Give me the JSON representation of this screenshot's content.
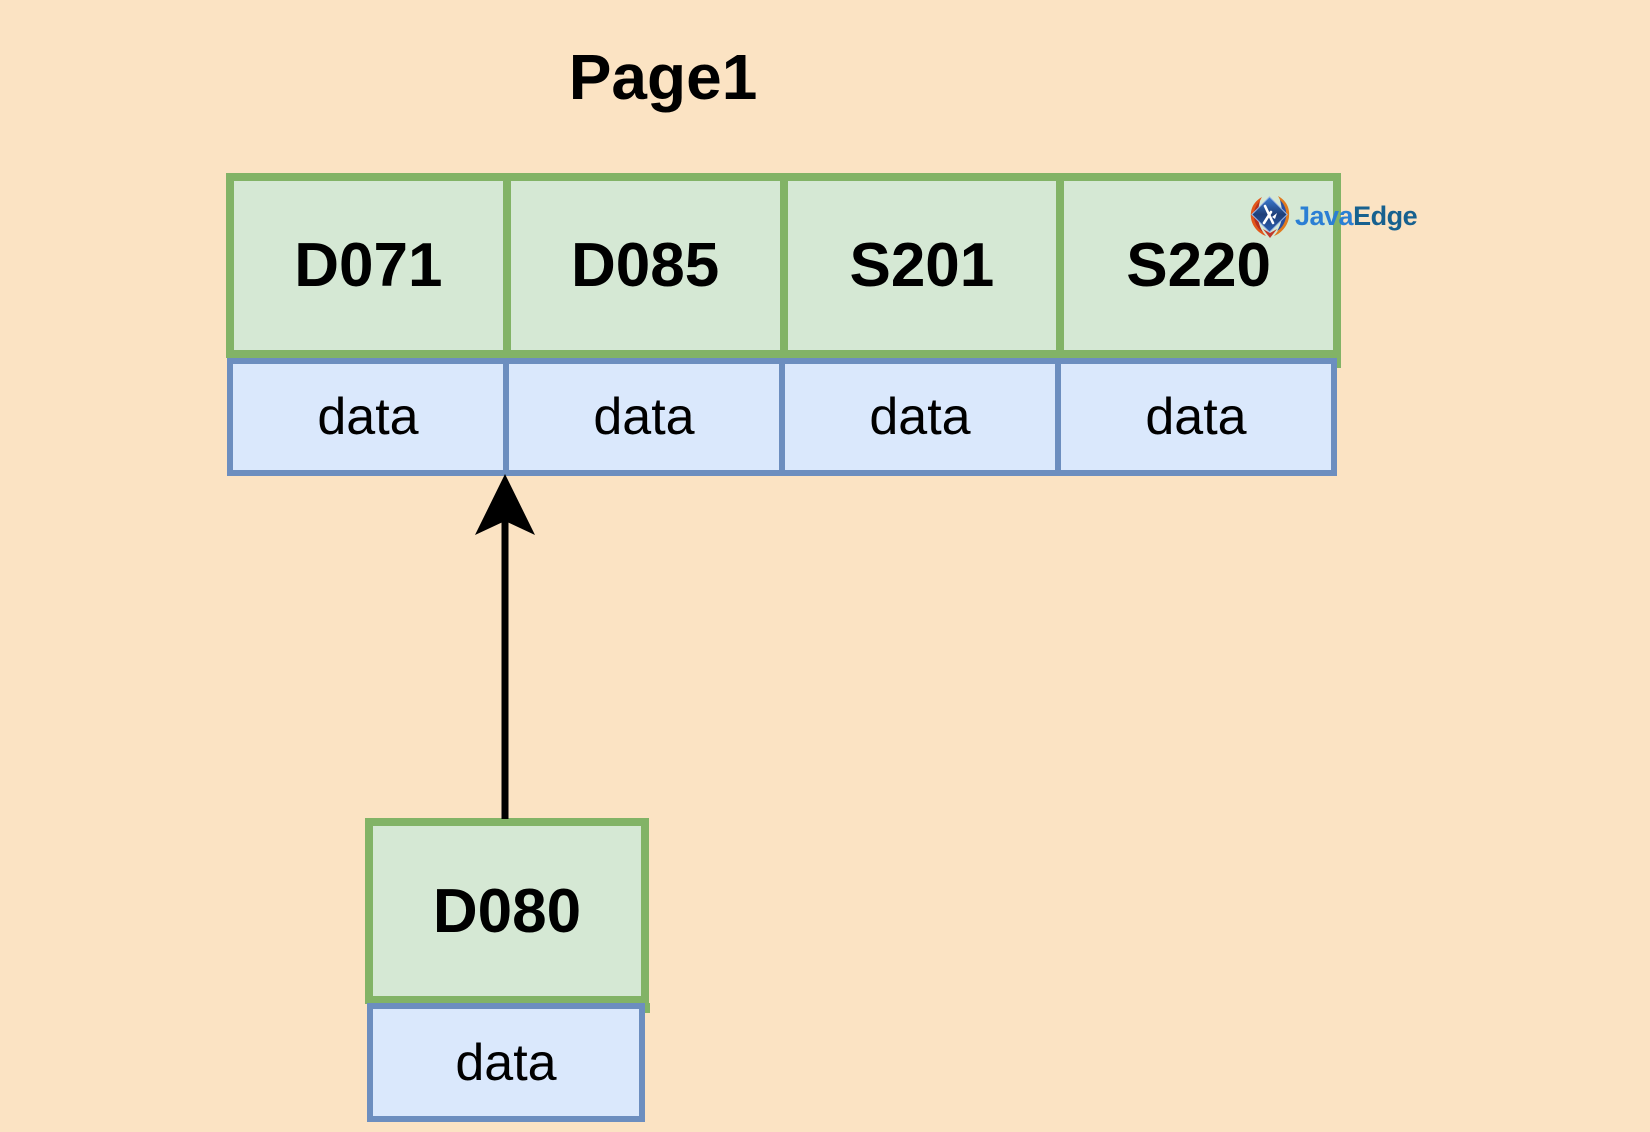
{
  "title": "Page1",
  "page_table": {
    "cells": [
      {
        "label": "D071",
        "value": "data"
      },
      {
        "label": "D085",
        "value": "data"
      },
      {
        "label": "S201",
        "value": "data"
      },
      {
        "label": "S220",
        "value": "data"
      }
    ]
  },
  "pending_record": {
    "label": "D080",
    "value": "data"
  },
  "arrow": {
    "direction": "up",
    "from": "D080",
    "to": "Page1 data row"
  },
  "logo": {
    "java": "Java",
    "edge": "Edge",
    "icon": "javaedge-diamond-icon"
  },
  "colors": {
    "background": "#fbe3c3",
    "slot_fill": "#d5e8d4",
    "slot_border": "#82b366",
    "data_fill": "#dae8fc",
    "data_border": "#6c8ebf",
    "arrow": "#000000",
    "logo_java": "#2b7fd4",
    "logo_edge": "#17618f",
    "text": "#000000"
  }
}
